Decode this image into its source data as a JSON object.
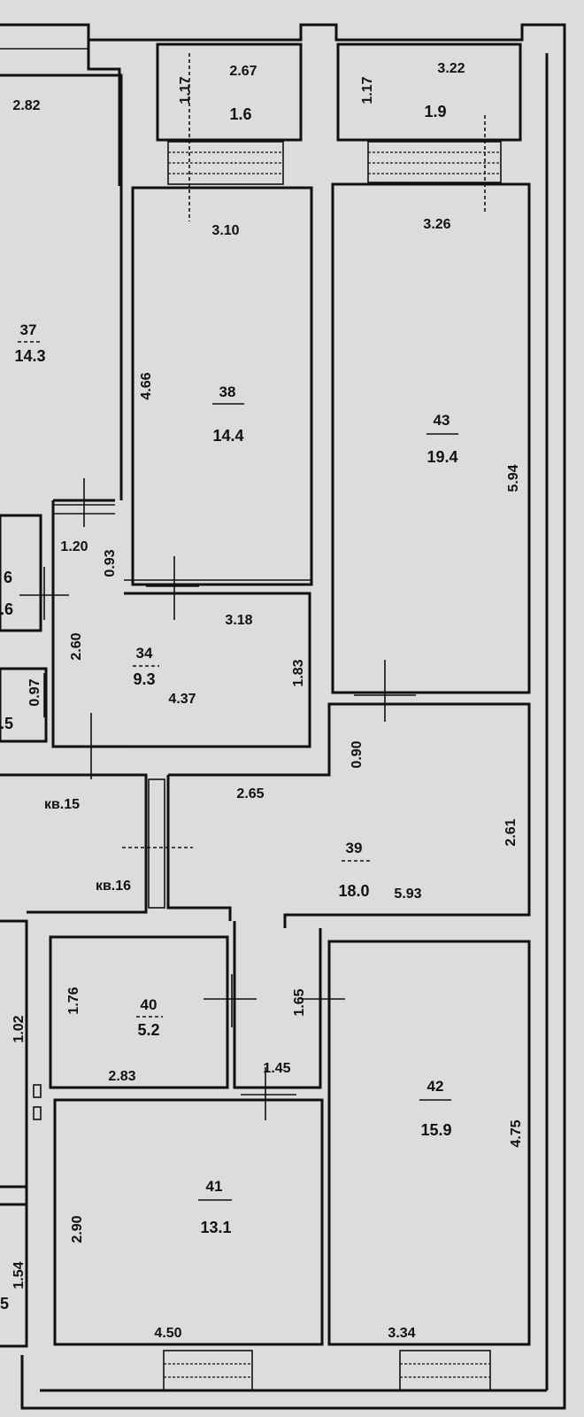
{
  "rooms": [
    {
      "id": "37",
      "number": "37",
      "area": "14.3"
    },
    {
      "id": "38",
      "number": "38",
      "area": "14.4"
    },
    {
      "id": "43",
      "number": "43",
      "area": "19.4"
    },
    {
      "id": "34",
      "number": "34",
      "area": "9.3"
    },
    {
      "id": "39",
      "number": "39",
      "area": "18.0"
    },
    {
      "id": "40",
      "number": "40",
      "area": "5.2"
    },
    {
      "id": "41",
      "number": "41",
      "area": "13.1"
    },
    {
      "id": "42",
      "number": "42",
      "area": "15.9"
    }
  ],
  "balconies": [
    {
      "id": "left",
      "width": "2.67",
      "depth": "1.17",
      "area": "1.6"
    },
    {
      "id": "right",
      "width": "3.22",
      "depth": "1.17",
      "area": "1.9"
    }
  ],
  "dimensions": {
    "d282": "2.82",
    "d310": "3.10",
    "d326": "3.26",
    "d466": "4.66",
    "d594": "5.94",
    "d120": "1.20",
    "d093": "0.93",
    "d318": "3.18",
    "d260": "2.60",
    "d183": "1.83",
    "d097": "0.97",
    "d437": "4.37",
    "d090": "0.90",
    "d265": "2.65",
    "d261": "2.61",
    "d593": "5.93",
    "d176": "1.76",
    "d283": "2.83",
    "d165": "1.65",
    "d145": "1.45",
    "d290": "2.90",
    "d450": "4.50",
    "d334": "3.34",
    "d475": "4.75",
    "d102": "1.02",
    "d154": "1.54"
  },
  "shafts": {
    "s15": "кв.15",
    "s16": "кв.16"
  },
  "cut_labels": {
    "c6": "6",
    "c16": ".6",
    "c5": ".5",
    "c8": "5"
  }
}
